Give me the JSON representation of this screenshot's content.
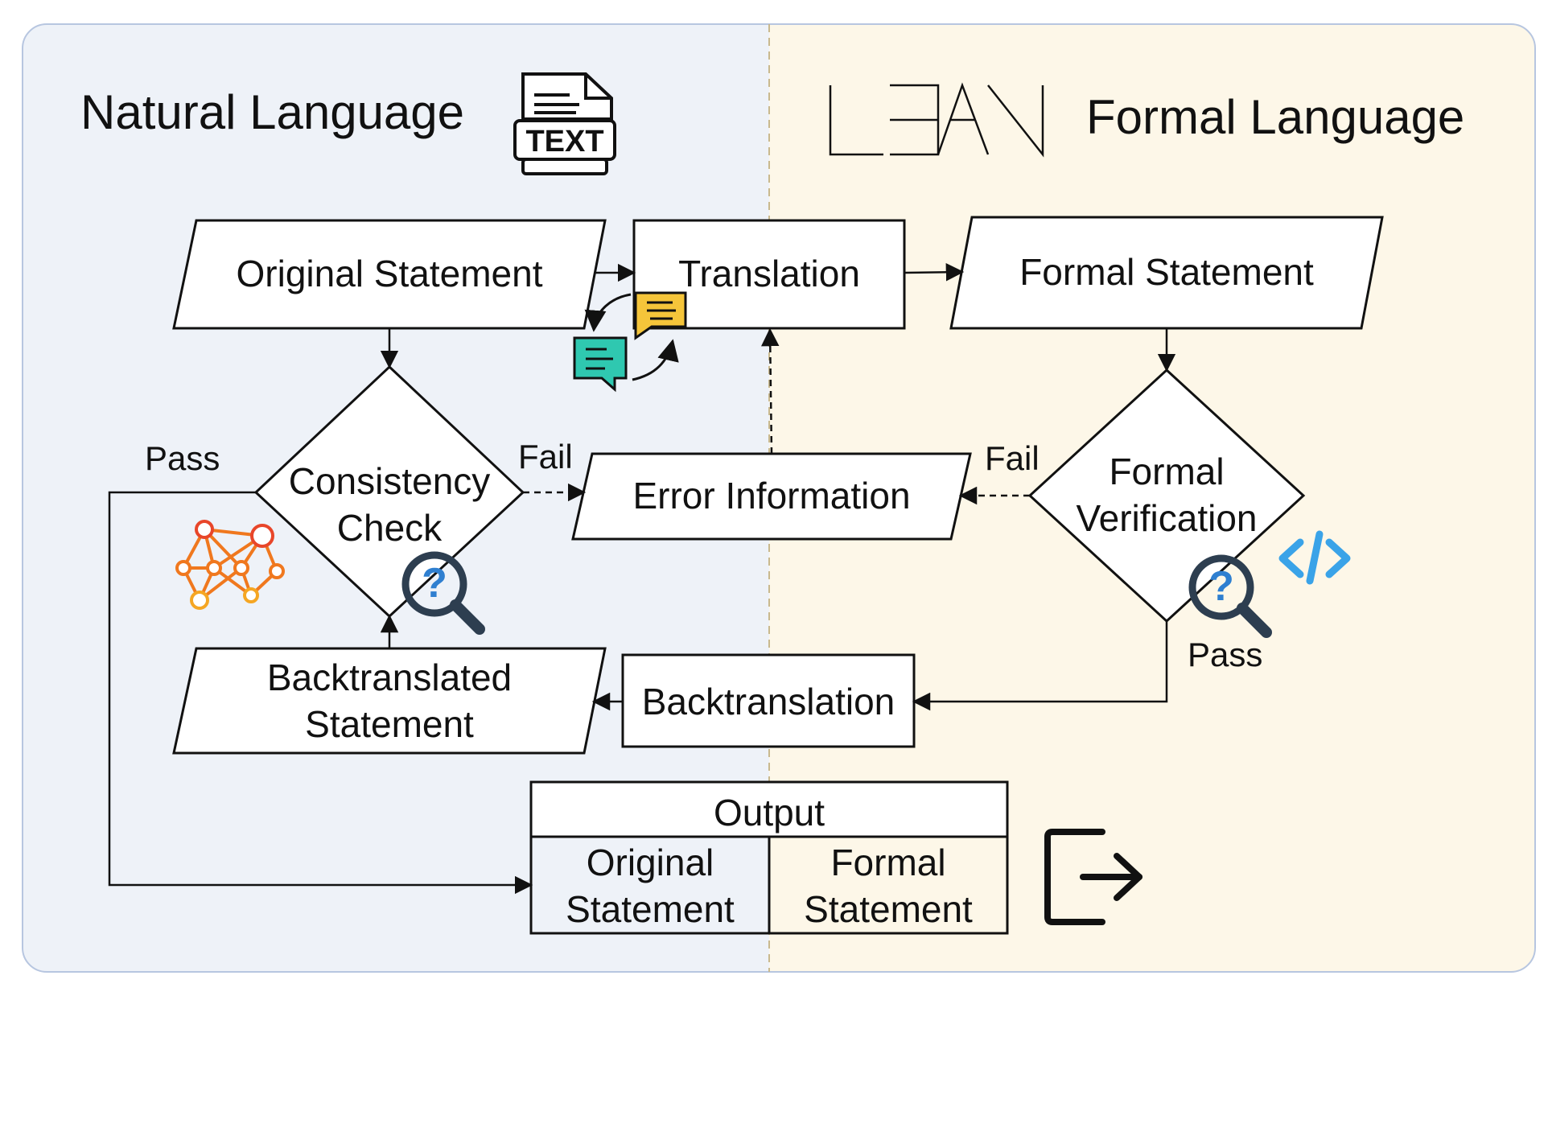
{
  "colors": {
    "natural_bg": "#eef2f8",
    "formal_bg": "#fdf7e8",
    "panel_border": "#9fb4d8",
    "formal_border": "#e6c98a",
    "stroke": "#111111",
    "net_icon": "#f0781e",
    "code_icon": "#3aa3e8",
    "chat_yellow": "#f5c53a",
    "chat_teal": "#2fc8b0",
    "question": "#2f7fd0",
    "magnifier": "#2d3e50"
  },
  "headers": {
    "natural": "Natural Language",
    "formal": "Formal Language",
    "text_badge": "TEXT"
  },
  "icons": [
    "text-file-icon",
    "lean-logo",
    "chat-yellow-icon",
    "chat-teal-icon",
    "neural-network-icon",
    "magnifier-question-icon",
    "code-icon",
    "exit-icon"
  ],
  "nodes": {
    "original_statement": "Original Statement",
    "translation": "Translation",
    "formal_statement": "Formal Statement",
    "consistency_check": [
      "Consistency",
      "Check"
    ],
    "error_information": "Error Information",
    "formal_verification": [
      "Formal",
      "Verification"
    ],
    "backtranslated_statement": [
      "Backtranslated",
      "Statement"
    ],
    "backtranslation": "Backtranslation"
  },
  "edges": {
    "pass_left": "Pass",
    "fail_left": "Fail",
    "fail_right": "Fail",
    "pass_right": "Pass"
  },
  "output": {
    "title": "Output",
    "col_original": [
      "Original",
      "Statement"
    ],
    "col_formal": [
      "Formal",
      "Statement"
    ]
  }
}
